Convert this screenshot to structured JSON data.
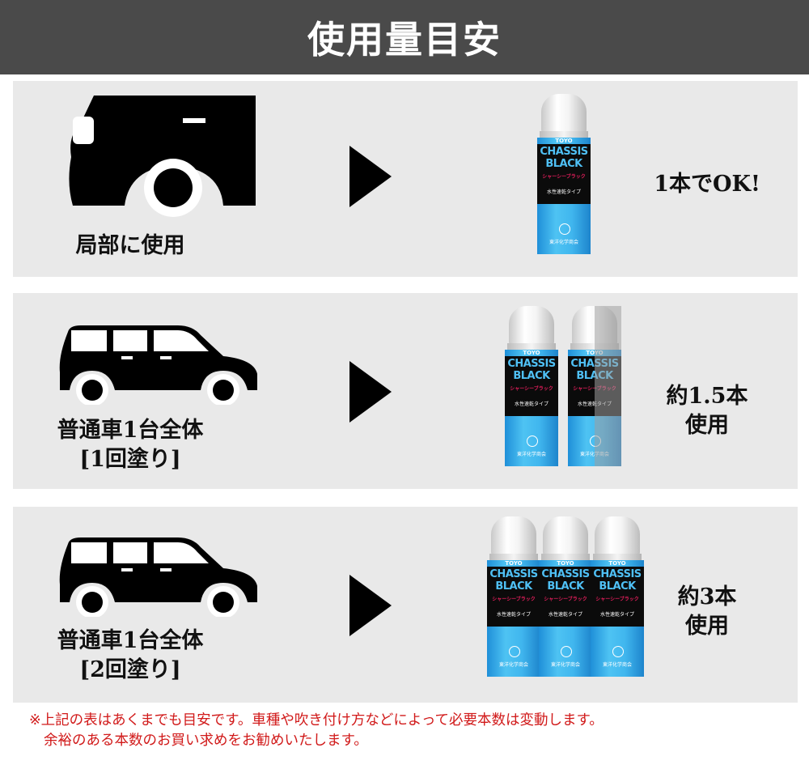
{
  "header": {
    "title": "使用量目安"
  },
  "rows": [
    {
      "label_lines": [
        "局部に使用"
      ],
      "result_lines": [
        "1本でOK!"
      ],
      "cans": 1
    },
    {
      "label_lines": [
        "普通車1台全体",
        "[1回塗り]"
      ],
      "result_lines": [
        "約1.5本",
        "使用"
      ],
      "cans": 1.5
    },
    {
      "label_lines": [
        "普通車1台全体",
        "[2回塗り]"
      ],
      "result_lines": [
        "約3本",
        "使用"
      ],
      "cans": 3
    }
  ],
  "can": {
    "brand": "TOYO",
    "title_line1": "CHASSIS",
    "title_line2": "BLACK",
    "subtitle": "シャーシーブラック",
    "type": "水性速乾タイプ",
    "maker": "東洋化学商会"
  },
  "note": {
    "line1": "※上記の表はあくまでも目安です。車種や吹き付け方などによって必要本数は変動します。",
    "line2": "余裕のある本数のお買い求めをお勧めいたします。"
  },
  "icons": {
    "vehicle_partial": "car-rear-detail-icon",
    "vehicle_full": "suv-silhouette-icon",
    "arrow": "play-triangle-icon",
    "product": "spray-can-icon"
  }
}
